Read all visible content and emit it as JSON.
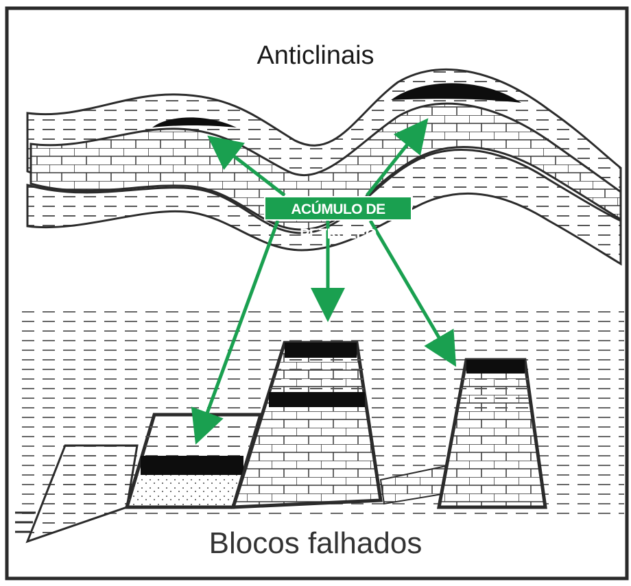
{
  "diagram": {
    "top_title": "Anticlinais",
    "bottom_title": "Blocos falhados",
    "callout_label": "ACÚMULO DE PETRÓLEO",
    "colors": {
      "frame": "#2a2a2a",
      "layers": "#2b2b2b",
      "oil": "#0d0d0d",
      "arrow": "#1aa050",
      "background": "#ffffff"
    }
  }
}
